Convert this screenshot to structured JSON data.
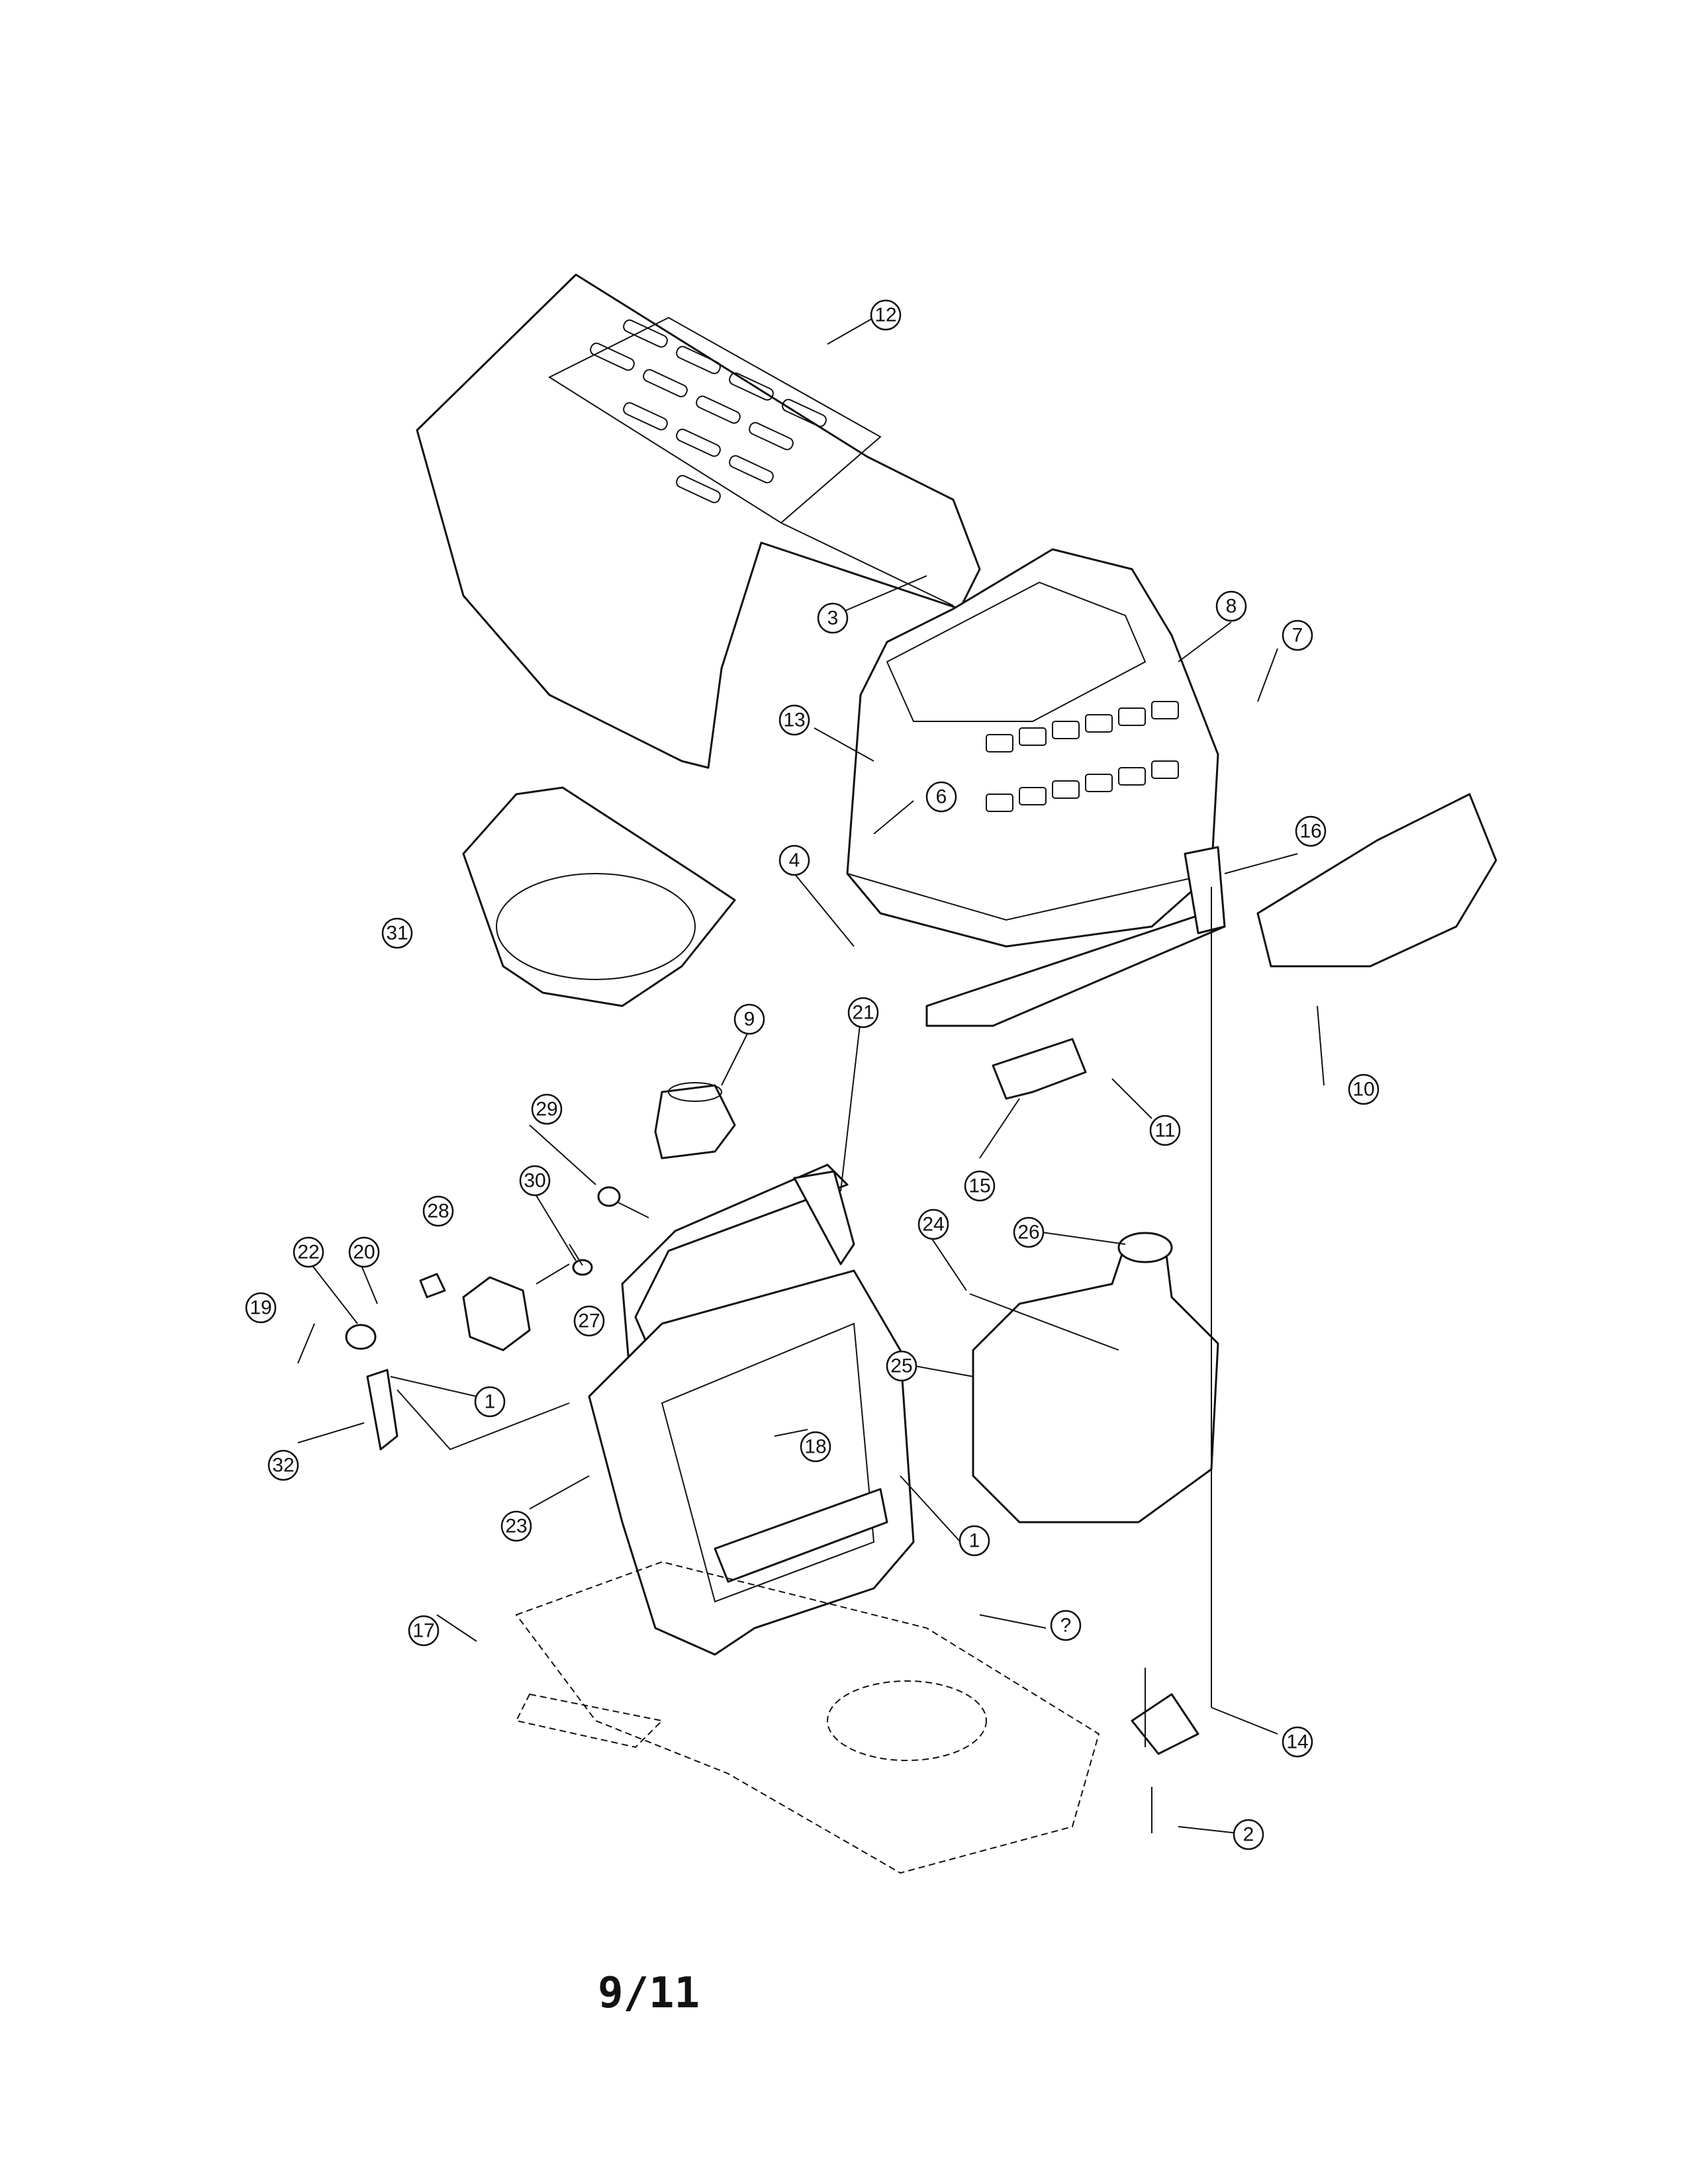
{
  "page_number": "9/11",
  "callouts": [
    {
      "id": "c12",
      "label": "12"
    },
    {
      "id": "c3",
      "label": "3"
    },
    {
      "id": "c8",
      "label": "8"
    },
    {
      "id": "c7",
      "label": "7"
    },
    {
      "id": "c13",
      "label": "13"
    },
    {
      "id": "c6",
      "label": "6"
    },
    {
      "id": "c16",
      "label": "16"
    },
    {
      "id": "c4",
      "label": "4"
    },
    {
      "id": "c31",
      "label": "31"
    },
    {
      "id": "c10",
      "label": "10"
    },
    {
      "id": "c9",
      "label": "9"
    },
    {
      "id": "c21",
      "label": "21"
    },
    {
      "id": "c11",
      "label": "11"
    },
    {
      "id": "c29",
      "label": "29"
    },
    {
      "id": "c15",
      "label": "15"
    },
    {
      "id": "c30",
      "label": "30"
    },
    {
      "id": "c24",
      "label": "24"
    },
    {
      "id": "c28",
      "label": "28"
    },
    {
      "id": "c26",
      "label": "26"
    },
    {
      "id": "c22",
      "label": "22"
    },
    {
      "id": "c20",
      "label": "20"
    },
    {
      "id": "c27",
      "label": "27"
    },
    {
      "id": "c19",
      "label": "19"
    },
    {
      "id": "c25",
      "label": "25"
    },
    {
      "id": "c1a",
      "label": "1"
    },
    {
      "id": "c18",
      "label": "18"
    },
    {
      "id": "c32",
      "label": "32"
    },
    {
      "id": "c23",
      "label": "23"
    },
    {
      "id": "c1b",
      "label": "1"
    },
    {
      "id": "c17",
      "label": "17"
    },
    {
      "id": "cq",
      "label": "?"
    },
    {
      "id": "c14",
      "label": "14"
    },
    {
      "id": "c2",
      "label": "2"
    }
  ]
}
